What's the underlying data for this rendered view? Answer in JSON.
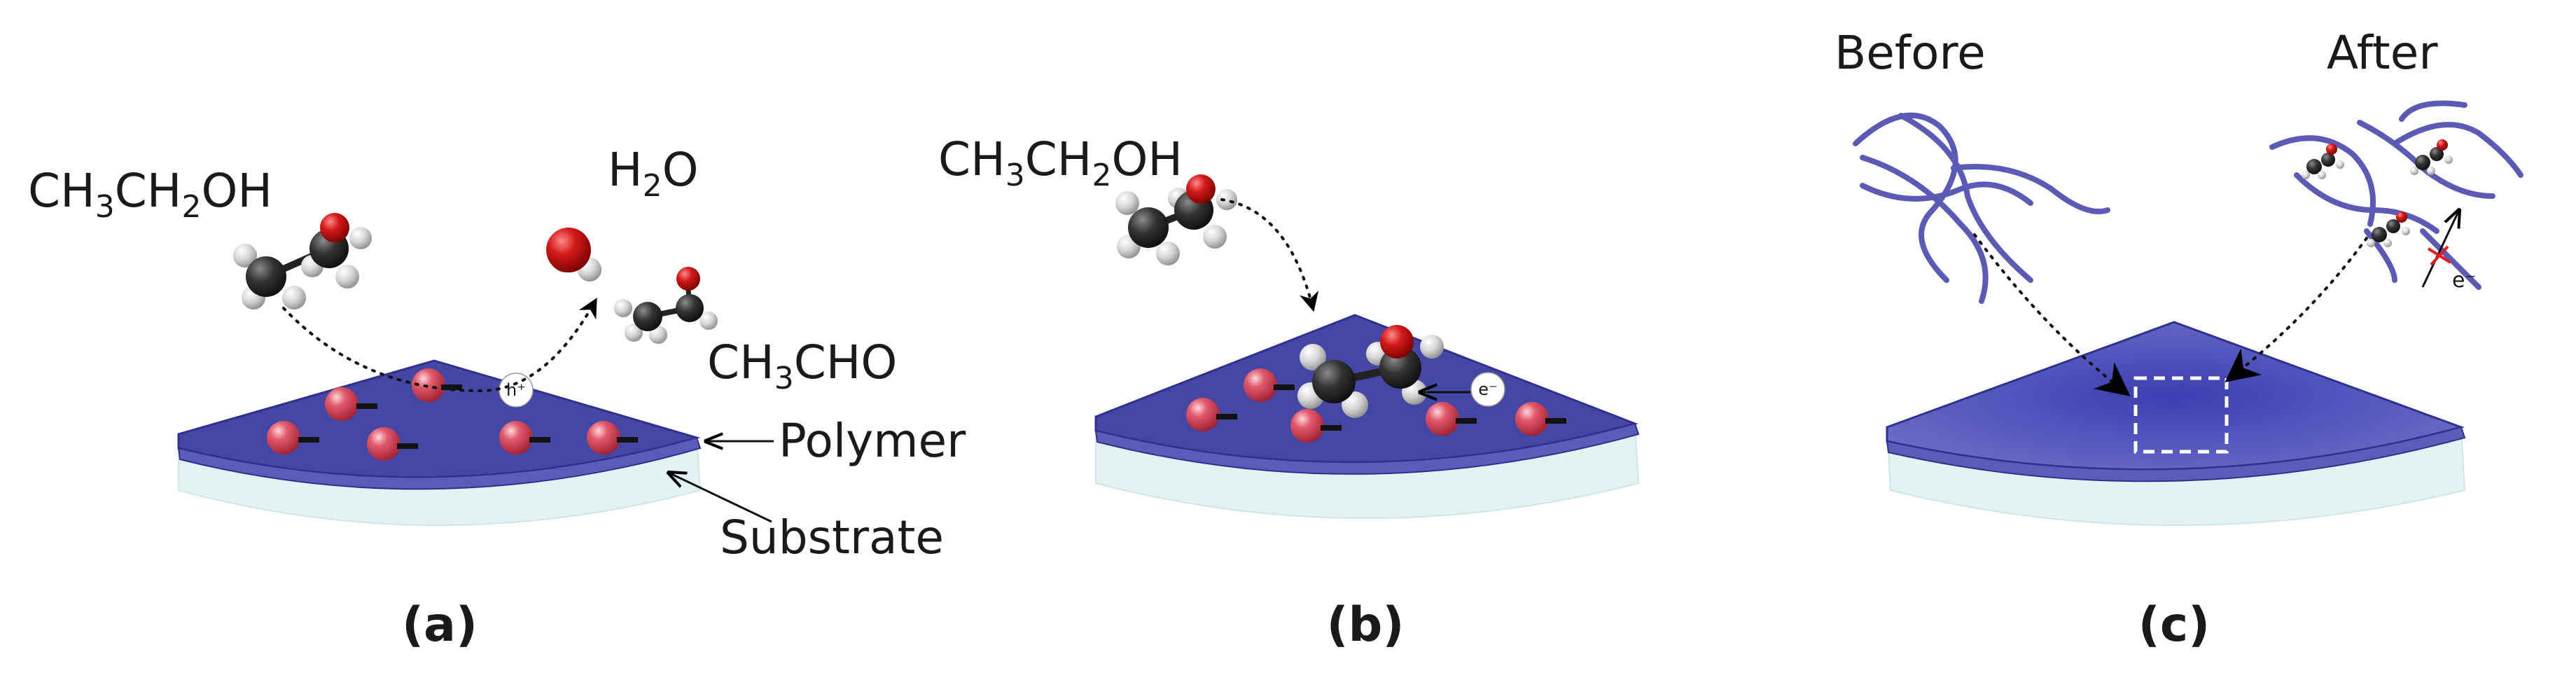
{
  "colors": {
    "polymer": "#3d3f9e",
    "polymer_edge": "#2e2f88",
    "substrate": "#dff1f1",
    "anion": "#c7364a",
    "oxygen": "#c0141e",
    "carbon": "#2b2b2b",
    "hydrogen": "#d9d9d9",
    "chain": "#5b5bb6"
  },
  "panel_a": {
    "ethanol": {
      "main": "CH",
      "s1": "3",
      "mid": "CH",
      "s2": "2",
      "end": "OH"
    },
    "water": {
      "main": "H",
      "sub": "2",
      "end": "O"
    },
    "acetaldehyde": {
      "main": "CH",
      "sub": "3",
      "end": "CHO"
    },
    "hole": "h⁺",
    "polymer_label": "Polymer",
    "substrate_label": "Substrate",
    "label": "(a)"
  },
  "panel_b": {
    "ethanol": {
      "main": "CH",
      "s1": "3",
      "mid": "CH",
      "s2": "2",
      "end": "OH"
    },
    "electron": "e⁻",
    "label": "(b)"
  },
  "panel_c": {
    "before": "Before",
    "after": "After",
    "electron": "e⁻",
    "label": "(c)"
  }
}
